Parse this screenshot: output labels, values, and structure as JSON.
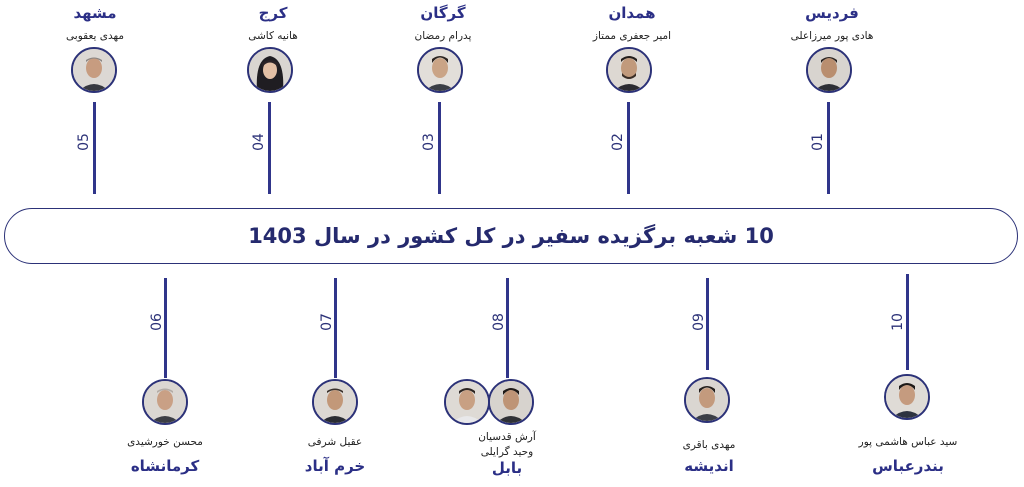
{
  "banner": {
    "title": "10 شعبه برگزیده سفیر در کل کشور در سال 1403"
  },
  "top_branches": [
    {
      "number": "01",
      "city": "فردیس",
      "person": "هادی پور میرزاعلی"
    },
    {
      "number": "02",
      "city": "همدان",
      "person": "امیر جعفری ممتاز"
    },
    {
      "number": "03",
      "city": "گرگان",
      "person": "پدرام رمضان"
    },
    {
      "number": "04",
      "city": "کرج",
      "person": "هانیه کاشی"
    },
    {
      "number": "05",
      "city": "مشهد",
      "person": "مهدی یعقوبی"
    }
  ],
  "bottom_branches": [
    {
      "number": "10",
      "city": "بندرعباس",
      "person": "سید عباس هاشمی پور"
    },
    {
      "number": "09",
      "city": "اندیشه",
      "person": "مهدی باقری"
    },
    {
      "number": "08",
      "city": "بابل",
      "person": "آرش قدسیان",
      "person2": "وحید گرایلی"
    },
    {
      "number": "07",
      "city": "خرم آباد",
      "person": "عقیل شرفی"
    },
    {
      "number": "06",
      "city": "کرمانشاه",
      "person": "محسن خورشیدی"
    }
  ],
  "colors": {
    "accent": "#2c3278",
    "city_text": "#2b2f86"
  },
  "icons": {
    "avatar": "person-photo-icon"
  }
}
